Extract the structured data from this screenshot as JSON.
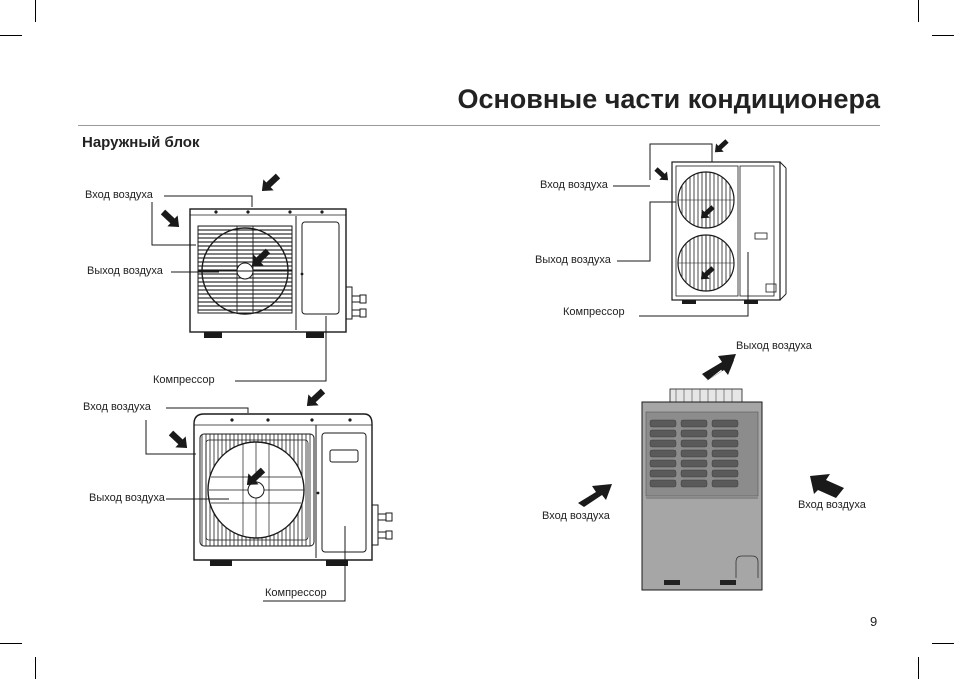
{
  "page": {
    "title": "Основные части кондиционера",
    "section_heading": "Наружный блок",
    "page_number": "9"
  },
  "unit1": {
    "air_in": "Вход воздуха",
    "air_out": "Выход воздуха",
    "compressor": "Компрессор"
  },
  "unit2": {
    "air_in": "Вход воздуха",
    "air_out": "Выход воздуха",
    "compressor": "Компрессор"
  },
  "unit3": {
    "air_in": "Вход воздуха",
    "air_out": "Выход воздуха",
    "compressor": "Компрессор"
  },
  "unit4": {
    "air_out": "Выход воздуха",
    "air_in_left": "Вход воздуха",
    "air_in_right": "Вход воздуха"
  },
  "colors": {
    "line": "#1a1a1a",
    "panel_gray": "#8c8c8c",
    "panel_dark": "#555555"
  }
}
